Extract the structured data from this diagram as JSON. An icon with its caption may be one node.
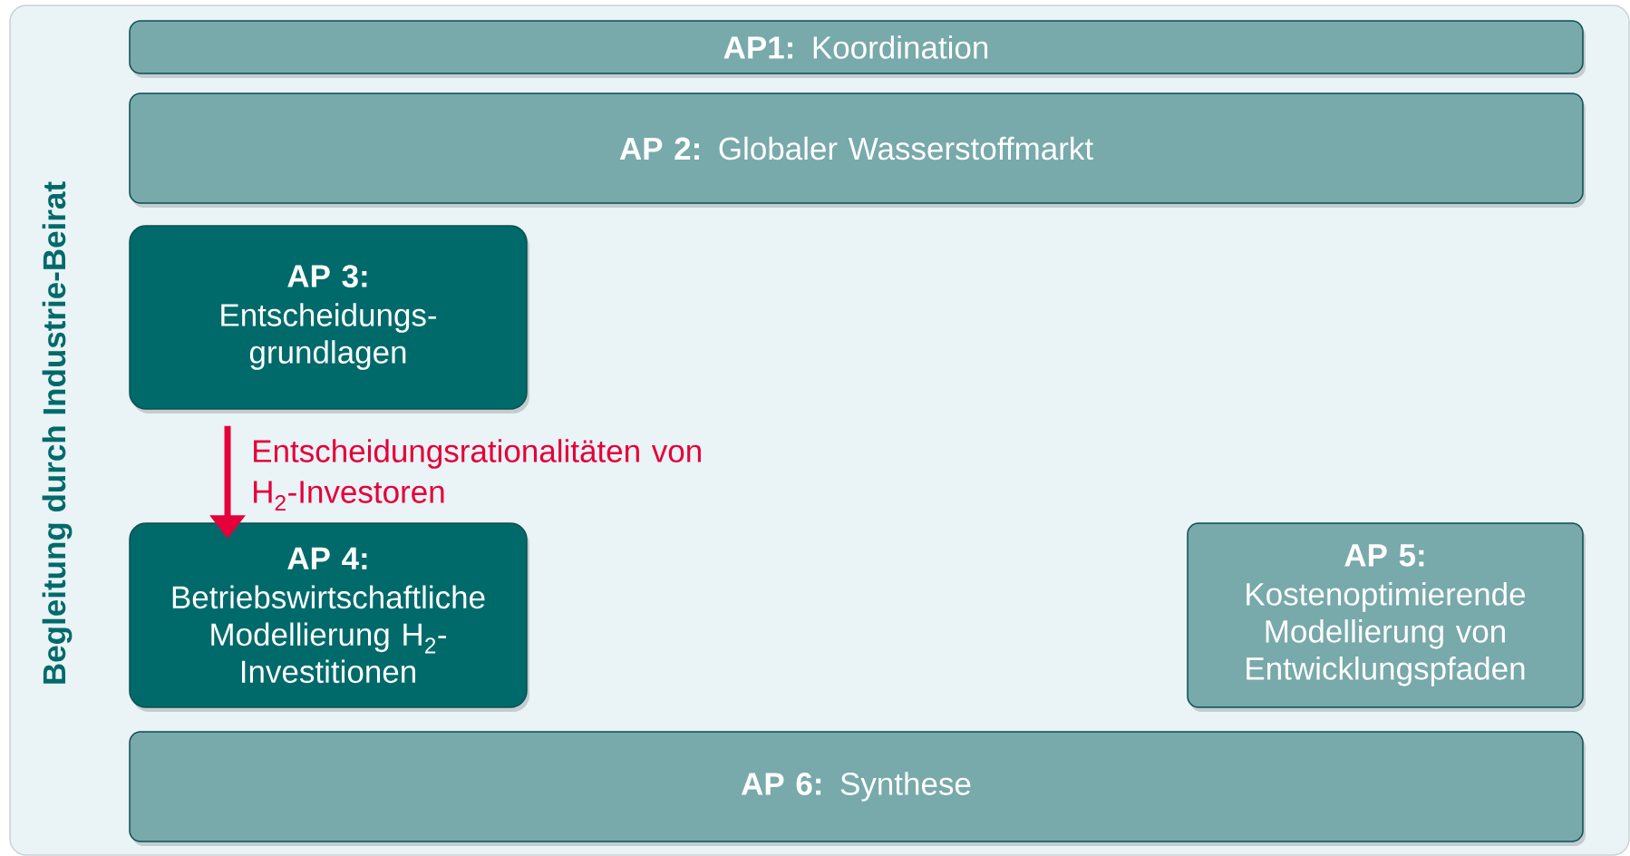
{
  "diagram": {
    "nodes": [
      {
        "text": [
          "Begleitung durch Industrie-Beirat"
        ]
      },
      {
        "text": [
          "**AP1:** Koordination"
        ],
        "in": 0
      },
      {
        "text": [
          "**AP 2:** Globaler Wasserstoffmarkt"
        ],
        "in": 0
      },
      {
        "text": [
          "AP 3:",
          "Entscheidungs- grundlagen"
        ],
        "in": 0
      },
      {
        "text": [
          "AP 4:",
          "Betriebswirtschaftliche Modellierung H$_{2}$-Investitionen"
        ],
        "in": 0
      },
      {
        "text": [
          "AP 5:",
          "Kostenoptimierende Modellierung von Entwicklungspfaden"
        ],
        "in": 0
      },
      {
        "text": [
          "**AP 6:** Synthese"
        ],
        "in": 0
      }
    ],
    "edges": [
      {
        "from": 3,
        "to": 4,
        "arrow": "to",
        "label": "Entscheidungsrationalitäten von H$_{2}$-Investoren",
        "color": "#e4003a"
      }
    ]
  }
}
